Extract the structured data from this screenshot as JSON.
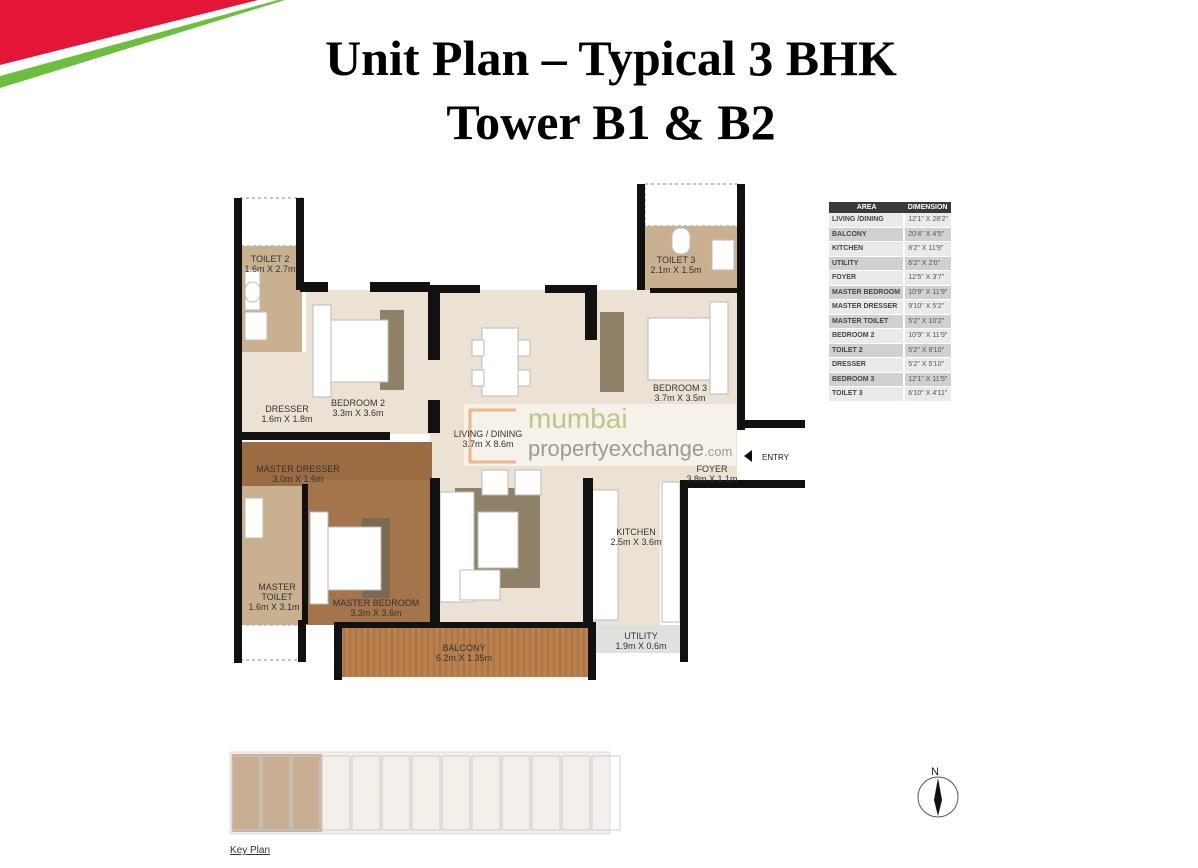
{
  "header": {
    "title_line1": "Unit Plan – Typical 3 BHK",
    "title_line2": "Tower B1 & B2"
  },
  "brand_colors": {
    "red": "#e3163a",
    "green": "#6cbf3c"
  },
  "rooms": {
    "toilet2": {
      "name": "TOILET 2",
      "size": "1.6m X 2.7m"
    },
    "dresser": {
      "name": "DRESSER",
      "size": "1.6m X 1.8m"
    },
    "bedroom2": {
      "name": "BEDROOM 2",
      "size": "3.3m X 3.6m"
    },
    "living": {
      "name": "LIVING / DINING",
      "size": "3.7m X 8.6m"
    },
    "toilet3": {
      "name": "TOILET 3",
      "size": "2.1m X 1.5m"
    },
    "bedroom3": {
      "name": "BEDROOM 3",
      "size": "3.7m X 3.5m"
    },
    "foyer": {
      "name": "FOYER",
      "size": "3.8m X 1.1m"
    },
    "master_dresser": {
      "name": "MASTER DRESSER",
      "size": "3.0m X 1.6m"
    },
    "master_toilet": {
      "name1": "MASTER",
      "name2": "TOILET",
      "size": "1.6m X 3.1m"
    },
    "master_bedroom": {
      "name": "MASTER BEDROOM",
      "size": "3.3m X 3.6m"
    },
    "kitchen": {
      "name": "KITCHEN",
      "size": "2.5m X 3.6m"
    },
    "balcony": {
      "name": "BALCONY",
      "size": "6.2m X 1.35m"
    },
    "utility": {
      "name": "UTILITY",
      "size": "1.9m X 0.6m"
    }
  },
  "entry_label": "ENTRY",
  "watermark": {
    "line1": "mumbai",
    "line2": "propertyexchange",
    "suffix": ".com"
  },
  "dimension_table": {
    "headers": [
      "AREA",
      "DIMENSION"
    ],
    "rows": [
      [
        "LIVING /DINING",
        "12'1\" X 28'2\""
      ],
      [
        "BALCONY",
        "20'4\" X 4'5\""
      ],
      [
        "KITCHEN",
        "8'2\" X 11'9\""
      ],
      [
        "UTILITY",
        "6'2\" X 2'0\""
      ],
      [
        "FOYER",
        "12'5\" X 3'7\""
      ],
      [
        "MASTER BEDROOM",
        "10'9\" X 11'9\""
      ],
      [
        "MASTER DRESSER",
        "9'10\" X 5'2\""
      ],
      [
        "MASTER TOILET",
        "5'2\" X 10'2\""
      ],
      [
        "BEDROOM 2",
        "10'9\" X 11'9\""
      ],
      [
        "TOILET 2",
        "5'2\" X 8'10\""
      ],
      [
        "DRESSER",
        "5'2\" X 5'10\""
      ],
      [
        "BEDROOM 3",
        "12'1\" X 11'5\""
      ],
      [
        "TOILET 3",
        "6'10\" X 4'11\""
      ]
    ]
  },
  "compass_label": "N",
  "key_plan_label": "Key Plan"
}
